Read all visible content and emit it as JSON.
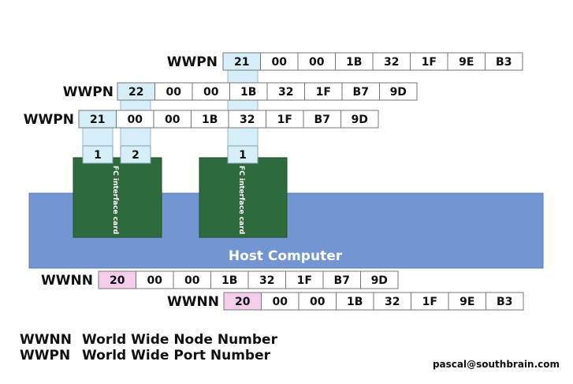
{
  "colors": {
    "cell_fill": "#ffffff",
    "cell_highlight_port": "#d6eef7",
    "cell_highlight_node": "#f4cdea",
    "host_fill": "#7395d2",
    "card_fill": "#2e6b3c",
    "connector_fill": "#d6eef7"
  },
  "host": {
    "label": "Host Computer"
  },
  "cards": [
    {
      "label": "FC interface card",
      "ports": [
        "1",
        "2"
      ]
    },
    {
      "label": "FC interface card",
      "ports": [
        "1"
      ]
    }
  ],
  "wwpn_rows": [
    {
      "label": "WWPN",
      "bytes": [
        "21",
        "00",
        "00",
        "1B",
        "32",
        "1F",
        "9E",
        "B3"
      ]
    },
    {
      "label": "WWPN",
      "bytes": [
        "22",
        "00",
        "00",
        "1B",
        "32",
        "1F",
        "B7",
        "9D"
      ]
    },
    {
      "label": "WWPN",
      "bytes": [
        "21",
        "00",
        "00",
        "1B",
        "32",
        "1F",
        "B7",
        "9D"
      ]
    }
  ],
  "wwnn_rows": [
    {
      "label": "WWNN",
      "bytes": [
        "20",
        "00",
        "00",
        "1B",
        "32",
        "1F",
        "B7",
        "9D"
      ]
    },
    {
      "label": "WWNN",
      "bytes": [
        "20",
        "00",
        "00",
        "1B",
        "32",
        "1F",
        "9E",
        "B3"
      ]
    }
  ],
  "legend": [
    {
      "abbr": "WWNN",
      "text": "World Wide Node Number"
    },
    {
      "abbr": "WWPN",
      "text": "World Wide Port Number"
    }
  ],
  "email": "pascal@southbrain.com"
}
